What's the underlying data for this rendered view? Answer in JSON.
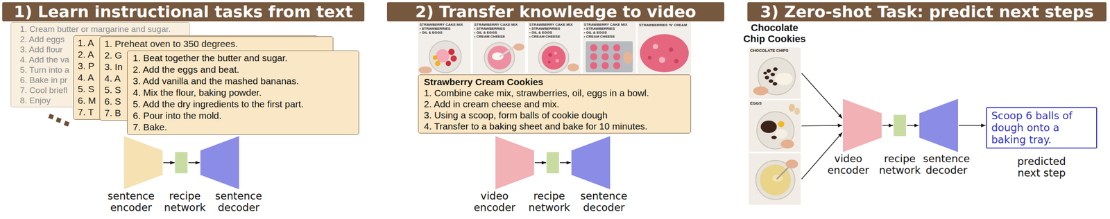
{
  "diagram": {
    "nodes": [
      {
        "text": [
          "1) Learn instructional tasks from text"
        ]
      },
      {
        "text": [
          "1. Cream butter or margarine and sugar.",
          "2. Add eggs",
          "3. Add flour",
          "4. Add the va",
          "5. Turn into a",
          "6. Bake in pr",
          "7. Cool briefl",
          "8. Enjoy"
        ]
      },
      {
        "text": [
          "1. A",
          "2. A",
          "3. P",
          "4. A",
          "5. S",
          "6. M",
          "7. T"
        ]
      },
      {
        "text": [
          "1. Preheat oven to 350 degrees.",
          "2. G",
          "3. In",
          "4. A",
          "5. S",
          "6. S",
          "7. B"
        ]
      },
      {
        "text": [
          "1. Beat together the butter and sugar.",
          "2. Add the eggs and beat.",
          "3. Add vanilla and the mashed bananas.",
          "4. Mix the flour, baking powder.",
          "5. Add the dry ingredients to the first part.",
          "6. Pour into the mold.",
          "7. Bake."
        ]
      },
      {
        "text": [
          "sentence encoder"
        ]
      },
      {
        "text": [
          "recipe network"
        ]
      },
      {
        "text": [
          "sentence decoder"
        ]
      },
      {
        "text": [
          "2) Transfer knowledge to video"
        ]
      },
      {
        "text": [
          "Strawberry Cream Cookies",
          "1. Combine cake mix, strawberries, oil, eggs in a bowl.",
          "2. Add in cream cheese and mix.",
          "3. Using a scoop, form balls of cookie dough",
          "4. Transfer to a baking sheet and bake for 10 minutes."
        ]
      },
      {
        "text": [
          "video encoder"
        ]
      },
      {
        "text": [
          "recipe network"
        ]
      },
      {
        "text": [
          "sentence decoder"
        ]
      },
      {
        "text": [
          "3) Zero-shot Task: predict next steps"
        ]
      },
      {
        "text": [
          "Chocolate Chip Cookies"
        ]
      },
      {
        "text": [
          "CHOCOLATE CHIPS"
        ],
        "in": 14
      },
      {
        "text": [
          "EGGS"
        ],
        "in": 14
      },
      {
        "text": [],
        "in": 14
      },
      {
        "text": [
          "video encoder"
        ]
      },
      {
        "text": [
          "recipe network"
        ]
      },
      {
        "text": [
          "sentence decoder"
        ]
      },
      {
        "text": [
          "Scoop 6 balls of dough onto a baking tray.",
          "predicted next step"
        ]
      }
    ],
    "edges": [
      {
        "from": 5,
        "to": 6,
        "arrow": "to"
      },
      {
        "from": 6,
        "to": 7,
        "arrow": "to"
      },
      {
        "from": 10,
        "to": 11,
        "arrow": "to"
      },
      {
        "from": 11,
        "to": 12,
        "arrow": "to"
      },
      {
        "from": 15,
        "to": 18,
        "arrow": "to"
      },
      {
        "from": 16,
        "to": 18,
        "arrow": "to"
      },
      {
        "from": 17,
        "to": 18,
        "arrow": "to"
      },
      {
        "from": 18,
        "to": 19,
        "arrow": "to"
      },
      {
        "from": 19,
        "to": 20,
        "arrow": "to"
      },
      {
        "from": 20,
        "to": 21,
        "arrow": "to"
      }
    ],
    "labels": [
      "STRAWBERRY CAKE MIX",
      "• STRAWBERRIES",
      "• OIL & EGGS",
      "STRAWBERRY CAKE MIX",
      "• STRAWBERRIES",
      "• OIL & EGGS",
      "• CREAM CHEESE",
      "STRAWBERRY CAKE MIX",
      "• STRAWBERRIES",
      "• OIL & EGGS",
      "• CREAM CHEESE",
      "STRAWBERRY CAKE MIX",
      "• STRAWBERRIES",
      "• OIL & EGGS",
      "• CREAM CHEESE",
      "STRAWBERRIES 'N' CREAM"
    ]
  }
}
